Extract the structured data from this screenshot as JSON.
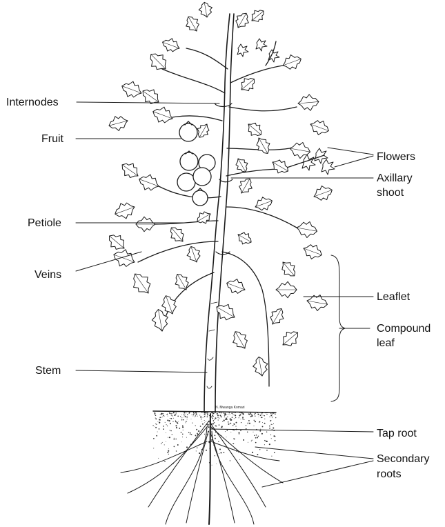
{
  "labels": {
    "internodes": "Internodes",
    "fruit": "Fruit",
    "petiole": "Petiole",
    "veins": "Veins",
    "stem": "Stem",
    "flowers": "Flowers",
    "axillary_shoot_line1": "Axillary",
    "axillary_shoot_line2": "shoot",
    "leaflet": "Leaflet",
    "compound_leaf_line1": "Compound",
    "compound_leaf_line2": "leaf",
    "tap_root": "Tap root",
    "secondary_roots_line1": "Secondary",
    "secondary_roots_line2": "roots"
  },
  "credit": "N. Mwanga Komari",
  "colors": {
    "ink": "#1a1a1a",
    "background": "#ffffff"
  }
}
